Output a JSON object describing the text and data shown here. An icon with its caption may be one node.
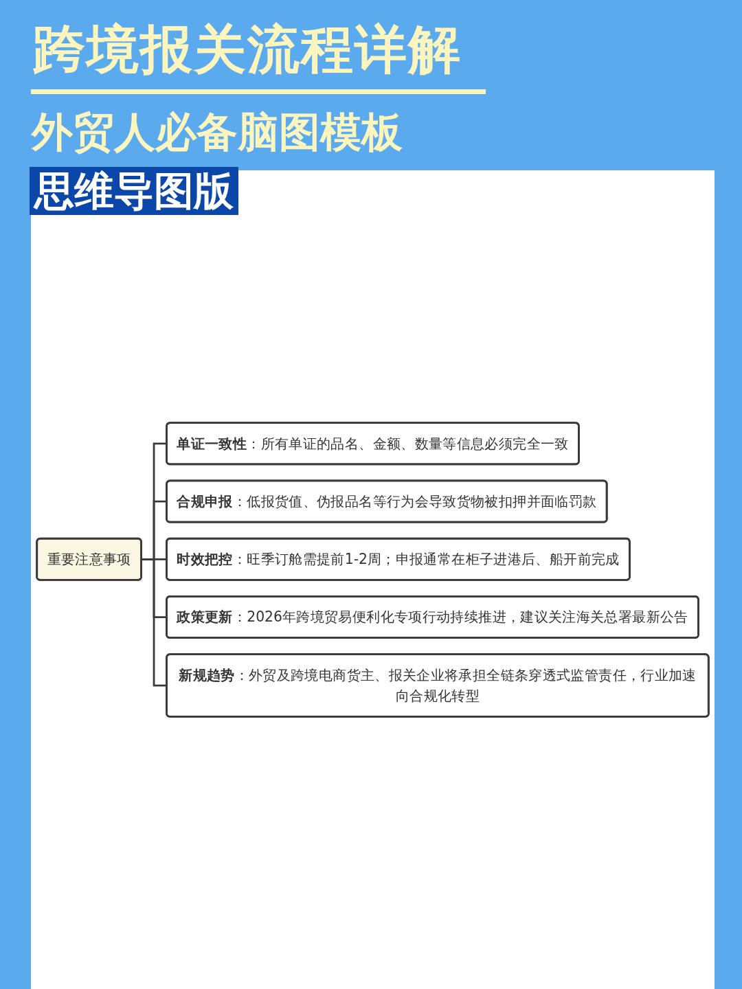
{
  "diagram": {
    "title": "跨境报关流程详解",
    "nodes": [
      {
        "text": [
          "重要注意事项"
        ]
      },
      {
        "text": [
          "**单证一致性**：所有单证的品名、金额、数量等信息必须完全一致"
        ]
      },
      {
        "text": [
          "**合规申报**：低报货值、伪报品名等行为会导致货物被扣押并面临罚款"
        ]
      },
      {
        "text": [
          "**时效把控**：旺季订舱需提前1-2周；申报通常在柜子进港后、船开前完成"
        ]
      },
      {
        "text": [
          "**政策更新**：2026年跨境贸易便利化专项行动持续推进，建议关注海关总署最新公告"
        ]
      },
      {
        "text": [
          "**新规趋势**：外贸及跨境电商货主、报关企业将承担全链条穿透式监管责任，行业加速向合规化转型"
        ]
      }
    ],
    "edges": [
      {
        "from": 0,
        "to": 1,
        "arrow": "none"
      },
      {
        "from": 0,
        "to": 2,
        "arrow": "none"
      },
      {
        "from": 0,
        "to": 3,
        "arrow": "none"
      },
      {
        "from": 0,
        "to": 4,
        "arrow": "none"
      },
      {
        "from": 0,
        "to": 5,
        "arrow": "none"
      }
    ],
    "labels": [
      "外贸人必备脑图模板",
      "思维导图版"
    ]
  }
}
